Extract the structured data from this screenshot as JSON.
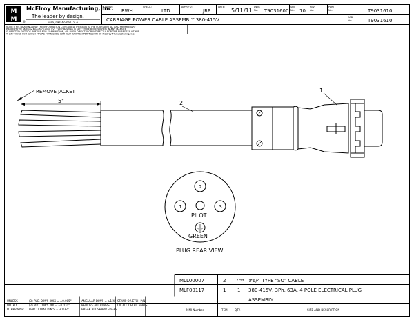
{
  "title_block": {
    "company": "McElroy Manufacturing, Inc.",
    "slogan": "The leader by design.",
    "location": "Tulsa, Oklahoma U.S.A.",
    "logo_letters": "MM",
    "drawn_label": "DRAWN:",
    "drawn_value": "RWH",
    "check_label": "CHECK:",
    "check_value": "LTD",
    "apprvd_label": "APPRV'D:",
    "apprvd_value": "JRP",
    "date_label": "DATE:",
    "date_value": "5/11/11",
    "dwg_label_1": "DWG",
    "dwg_label_2": "No:",
    "dwg_value": "T9031600",
    "sht_label_1": "SHT",
    "sht_label_2": "No:",
    "sht_value": "10",
    "rev_label_1": "REV",
    "rev_label_2": "No:",
    "rev_value": "",
    "part_label_1": "PART",
    "part_label_2": "No:",
    "part_value": "T9031610",
    "cad_label_1": "CAD",
    "cad_label_2": "No:",
    "cad_value": "T9031610",
    "drawing_title": "CARRIAGE POWER CABLE ASSEMBLY 380-415V"
  },
  "notice": {
    "line1": "NOTE: THIS DRAWING AND THE INFORMATION CONTAINED THEREON IS THE CONFIDENTIAL AND PROPRIETARY",
    "line2": "PROPERTY OF McElroy Manufacturing, Inc. THE DRAWING IS NOT TO BE REPRODUCED IN ANY MANNER,",
    "line3": "SUBMITTED OUTSIDE PARTIES FOR EXAMINATION, OR USED DIRECTLY OR INDIRECTLY FOR THE PURPOSES OTHER",
    "line4": "THAN THOSE FOR WHICH IT WAS FURNISHED WITHOUT WRITTEN PERMISSION OF McElroy Manufacturing, Inc."
  },
  "drawing": {
    "remove_jacket": "REMOVE JACKET",
    "jacket_length": "5\"",
    "balloon_cable": "2",
    "balloon_plug": "1",
    "pin_l1": "L1",
    "pin_l2": "L2",
    "pin_l3": "L3",
    "pin_pilot": "PILOT",
    "pin_green": "GREEN",
    "view_label": "PLUG REAR VIEW"
  },
  "bom": {
    "rows": [
      {
        "mmi": "MLL00007",
        "item": "2",
        "qty": "12.5ft",
        "desc": "#6/4 TYPE \"SO\" CABLE"
      },
      {
        "mmi": "MLF00117",
        "item": "1",
        "qty": "1",
        "desc": "380-415V, 3Ph, 63A, 4 POLE ELECTRICAL PLUG"
      },
      {
        "mmi": "",
        "item": "",
        "qty": "",
        "desc": "ASSEMBLY"
      }
    ],
    "head_mmi": "MMI Number",
    "head_item": "ITEM",
    "head_qty": "QTY.",
    "head_desc": "SIZE AND DESCRIPTION"
  },
  "tolerances": {
    "unless": "UNLESS",
    "noted": "NOTED",
    "otherwise": "OTHERWISE:",
    "three_plc": "(3) PLC. DIM'S .XXX = ±0.005\"",
    "two_plc": "(2) PLC. DIM'S .XX = ±0.010\"",
    "fractional": "FRACTIONAL DIM'S = ±1/32\"",
    "angular": "ANGULAR DIM'S = ±1/4°",
    "burrs": "REMOVE ALL BURRS",
    "edges": "BREAK ALL SHARP EDGES",
    "stamp": "STAMP OR ETCH P/N",
    "detail": "ON ALL DETAIL PARTS"
  }
}
